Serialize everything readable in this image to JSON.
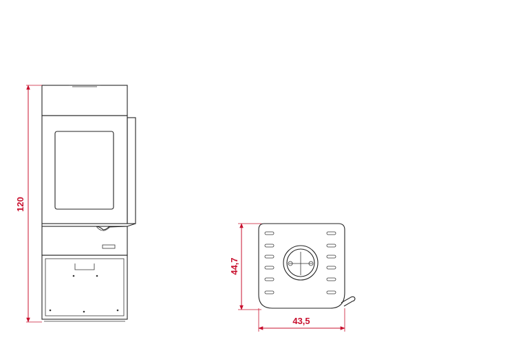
{
  "dimensions": {
    "height_label": "120",
    "depth_label": "44,7",
    "width_label": "43,5"
  },
  "colors": {
    "dimension": "#c8102e",
    "line": "#222222",
    "background": "#ffffff"
  }
}
